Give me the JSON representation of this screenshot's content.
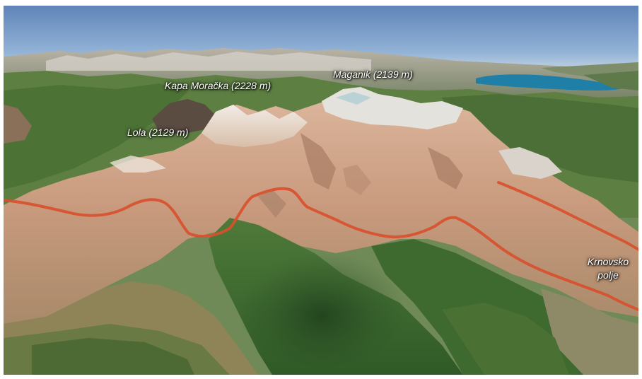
{
  "map": {
    "labels": {
      "maganik": "Maganik (2139 m)",
      "kapa_moracka": "Kapa Moračka (2228 m)",
      "lola": "Lola (2129 m)",
      "krnovsko_line1": "Krnovsko",
      "krnovsko_line2": "polje"
    },
    "route_color": "#d8502e",
    "lake_color": "#1f7fa6",
    "sky_color": "#8fb1d4"
  }
}
